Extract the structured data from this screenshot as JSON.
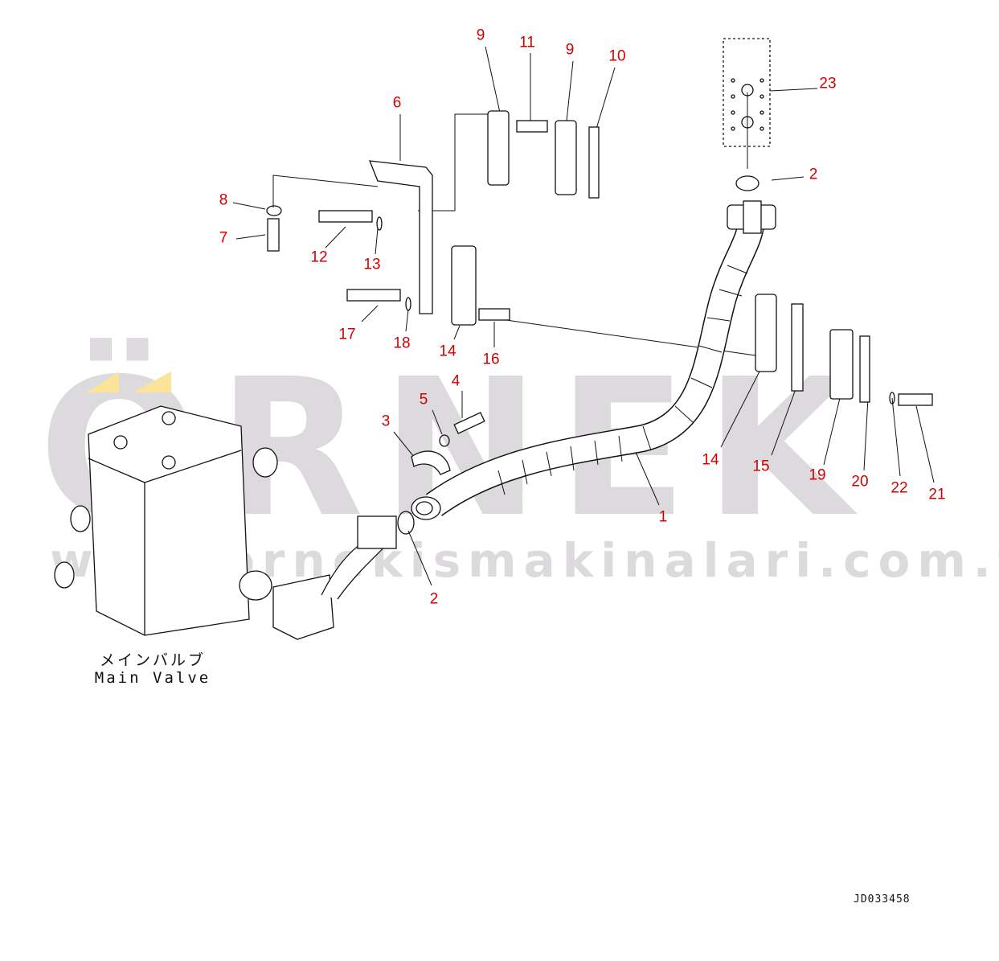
{
  "watermark": {
    "brand": "ÖRNEK",
    "url": "www.ornekismakinalari.com.tr",
    "accent_color": "#fbe39a",
    "text_color": "#dcdadd"
  },
  "label_color": "#d40000",
  "callouts": [
    "9",
    "11",
    "9",
    "10",
    "6",
    "23",
    "2",
    "8",
    "7",
    "12",
    "13",
    "17",
    "18",
    "14",
    "16",
    "4",
    "5",
    "3",
    "14",
    "15",
    "19",
    "20",
    "22",
    "21",
    "1",
    "2"
  ],
  "main_valve": {
    "jp": "メインバルブ",
    "en": "Main Valve"
  },
  "drawing_code": "JD033458"
}
